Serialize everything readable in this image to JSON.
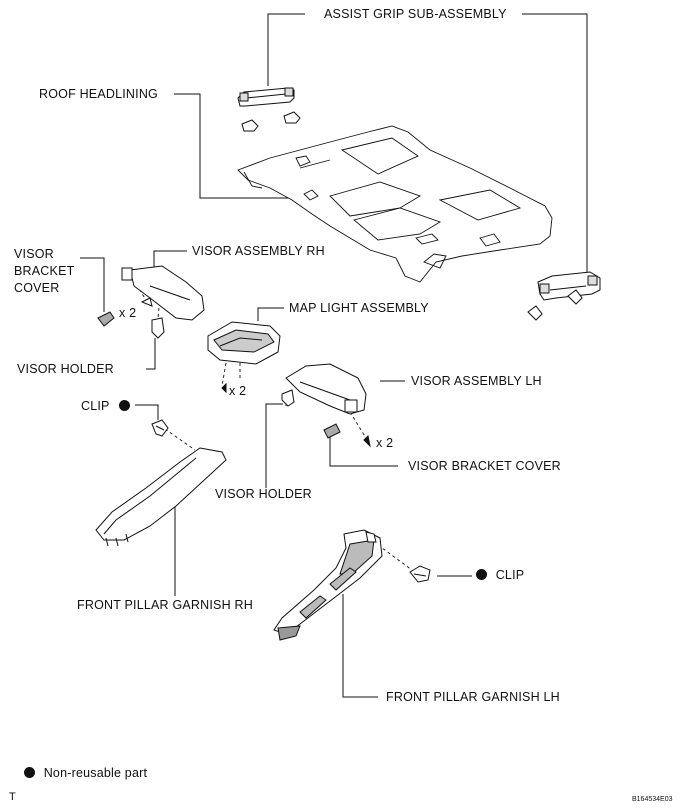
{
  "labels": {
    "assist_grip": "ASSIST GRIP SUB-ASSEMBLY",
    "roof_headlining": "ROOF HEADLINING",
    "visor_bracket_cover_left": "VISOR\nBRACKET\nCOVER",
    "visor_assembly_rh": "VISOR ASSEMBLY RH",
    "map_light": "MAP LIGHT ASSEMBLY",
    "visor_holder_left": "VISOR HOLDER",
    "visor_assembly_lh": "VISOR ASSEMBLY LH",
    "clip_left": "CLIP",
    "visor_bracket_cover_right": "VISOR BRACKET COVER",
    "visor_holder_center": "VISOR HOLDER",
    "clip_right": "CLIP",
    "front_pillar_rh": "FRONT PILLAR GARNISH RH",
    "front_pillar_lh": "FRONT PILLAR GARNISH LH"
  },
  "quantities": {
    "visor_rh_screws": "x 2",
    "map_light_screws": "x 2",
    "visor_lh_screws": "x 2"
  },
  "legend": {
    "non_reusable": "Non-reusable part"
  },
  "footer": {
    "mark": "T",
    "code": "B164534E03"
  },
  "colors": {
    "ink": "#111111",
    "background": "#ffffff"
  }
}
